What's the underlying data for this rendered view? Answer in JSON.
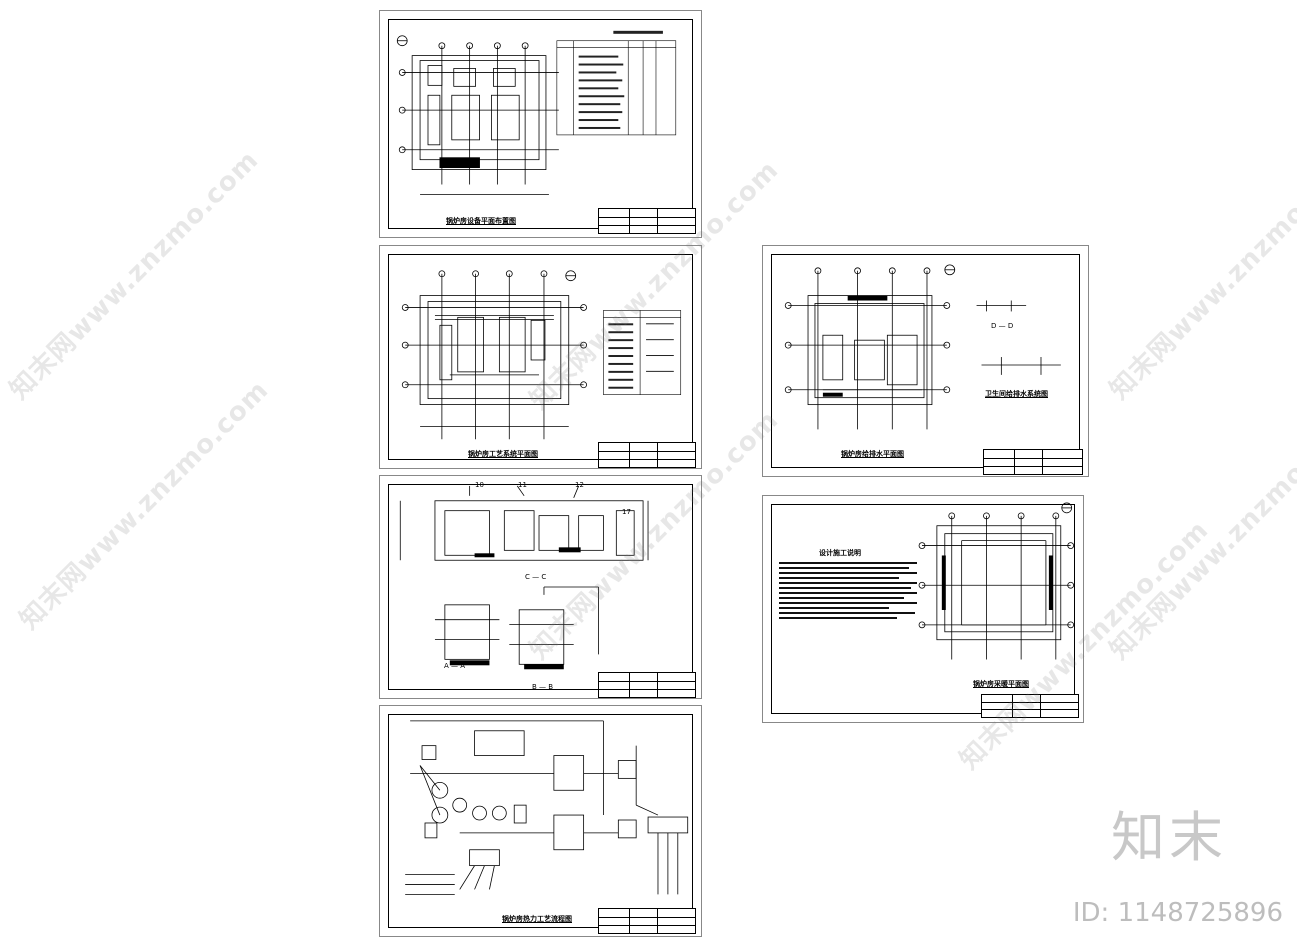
{
  "sheets": {
    "s1": {
      "caption": "锅炉房设备平面布置图"
    },
    "s2": {
      "caption": "锅炉房工艺系统平面图"
    },
    "s3": {
      "labels": [
        "C — C",
        "A — A",
        "B — B",
        "10",
        "11",
        "12",
        "17"
      ]
    },
    "s4": {
      "caption": "锅炉房热力工艺流程图"
    },
    "s5": {
      "caption": "锅炉房给排水平面图",
      "sub_caption": "卫生间给排水系统图",
      "section": "D — D"
    },
    "s6": {
      "caption": "锅炉房采暖平面图",
      "notes_title": "设计施工说明"
    }
  },
  "watermark": {
    "text": "知末网www.znzmo.com"
  },
  "brand": {
    "logo": "知末",
    "id_text": "ID: 1148725896"
  }
}
